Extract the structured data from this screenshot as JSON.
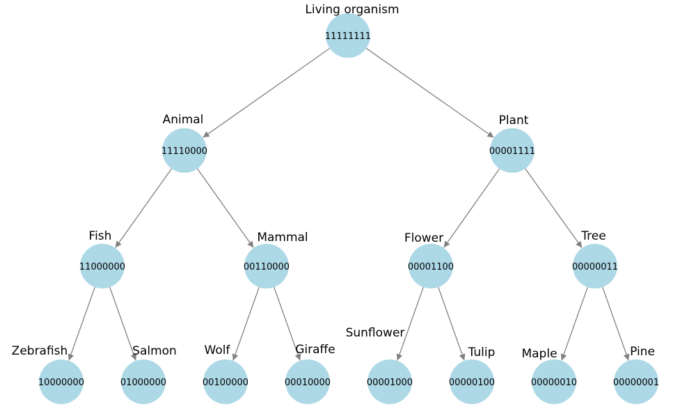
{
  "colors": {
    "node_fill": "#add8e6",
    "edge": "#808080",
    "text": "#000000",
    "background": "#ffffff"
  },
  "nodes": [
    {
      "id": "living",
      "label": "Living organism",
      "code": "11111111"
    },
    {
      "id": "animal",
      "label": "Animal",
      "code": "11110000"
    },
    {
      "id": "plant",
      "label": "Plant",
      "code": "00001111"
    },
    {
      "id": "fish",
      "label": "Fish",
      "code": "11000000"
    },
    {
      "id": "mammal",
      "label": "Mammal",
      "code": "00110000"
    },
    {
      "id": "flower",
      "label": "Flower",
      "code": "00001100"
    },
    {
      "id": "tree",
      "label": "Tree",
      "code": "00000011"
    },
    {
      "id": "zebrafish",
      "label": "Zebrafish",
      "code": "10000000"
    },
    {
      "id": "salmon",
      "label": "Salmon",
      "code": "01000000"
    },
    {
      "id": "wolf",
      "label": "Wolf",
      "code": "00100000"
    },
    {
      "id": "giraffe",
      "label": "Giraffe",
      "code": "00010000"
    },
    {
      "id": "sunflower",
      "label": "Sunflower",
      "code": "00001000"
    },
    {
      "id": "tulip",
      "label": "Tulip",
      "code": "00000100"
    },
    {
      "id": "maple",
      "label": "Maple",
      "code": "00000010"
    },
    {
      "id": "pine",
      "label": "Pine",
      "code": "00000001"
    }
  ],
  "edges": [
    {
      "from": "living",
      "to": "animal"
    },
    {
      "from": "living",
      "to": "plant"
    },
    {
      "from": "animal",
      "to": "fish"
    },
    {
      "from": "animal",
      "to": "mammal"
    },
    {
      "from": "plant",
      "to": "flower"
    },
    {
      "from": "plant",
      "to": "tree"
    },
    {
      "from": "fish",
      "to": "zebrafish"
    },
    {
      "from": "fish",
      "to": "salmon"
    },
    {
      "from": "mammal",
      "to": "wolf"
    },
    {
      "from": "mammal",
      "to": "giraffe"
    },
    {
      "from": "flower",
      "to": "sunflower"
    },
    {
      "from": "flower",
      "to": "tulip"
    },
    {
      "from": "tree",
      "to": "maple"
    },
    {
      "from": "tree",
      "to": "pine"
    }
  ]
}
